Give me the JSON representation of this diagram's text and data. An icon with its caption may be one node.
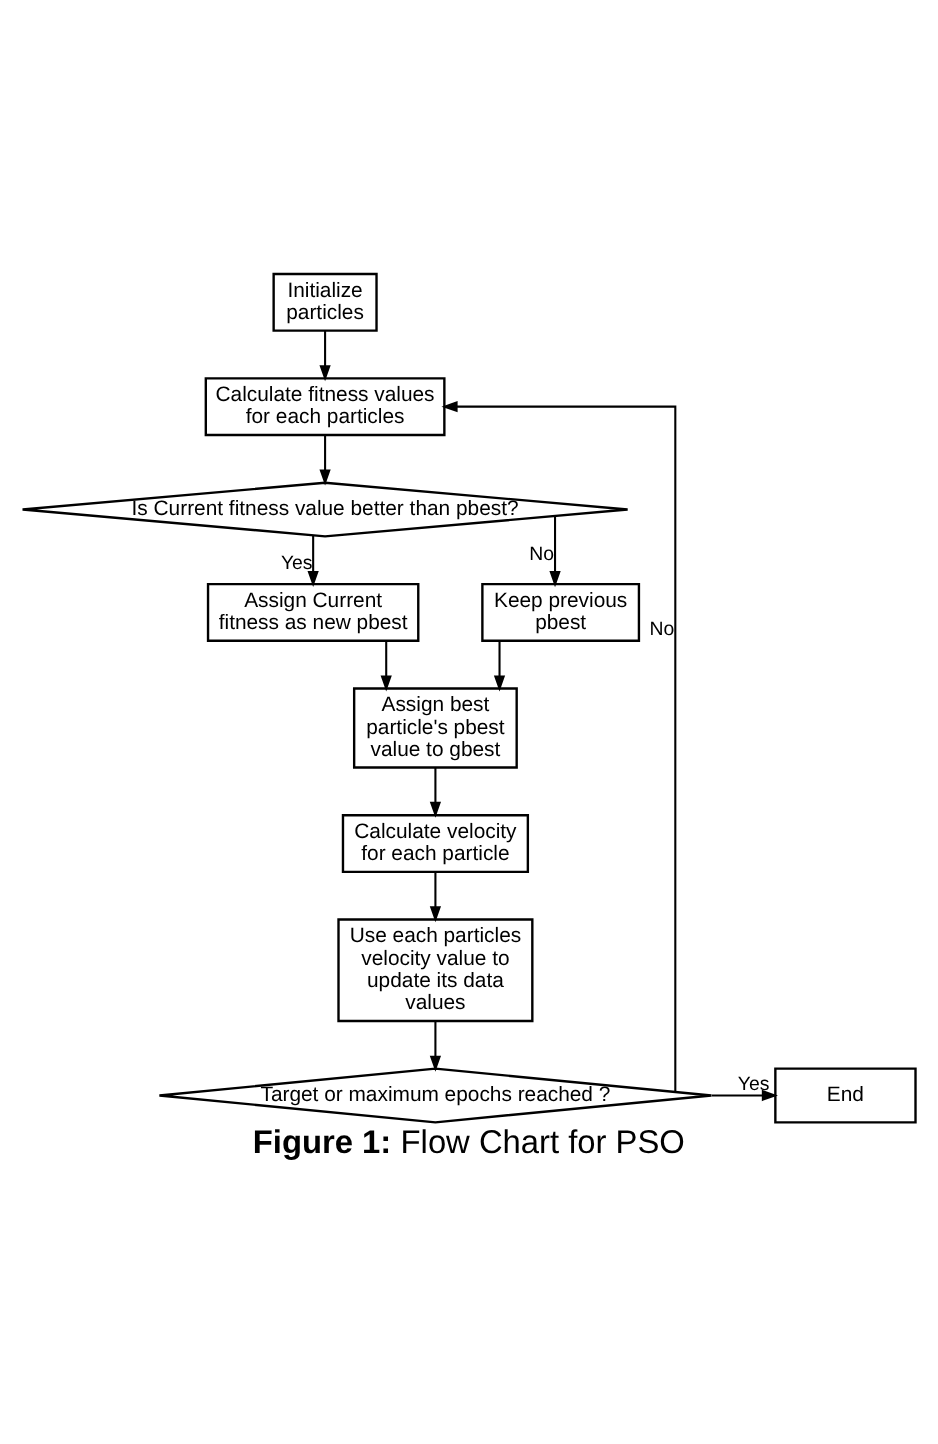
{
  "diagram": {
    "caption": "**Figure 1:** Flow Chart for PSO",
    "nodes": [
      {
        "text": [
          "Initialize particles"
        ]
      },
      {
        "text": [
          "Calculate fitness values for each particles"
        ]
      },
      {
        "text": [
          "Is Current fitness value better than pbest?"
        ]
      },
      {
        "text": [
          "Assign Current fitness as new pbest"
        ]
      },
      {
        "text": [
          "Keep previous pbest"
        ]
      },
      {
        "text": [
          "Assign best particle's pbest value to gbest"
        ]
      },
      {
        "text": [
          "Calculate velocity for each particle"
        ]
      },
      {
        "text": [
          "Use each particles velocity value to update its data values"
        ]
      },
      {
        "text": [
          "Target or maximum epochs reached ?"
        ]
      },
      {
        "text": [
          "End"
        ]
      }
    ],
    "edges": [
      {
        "from": 0,
        "to": 1,
        "arrow": "to"
      },
      {
        "from": 1,
        "to": 2,
        "arrow": "to"
      },
      {
        "from": 2,
        "to": 3,
        "arrow": "to",
        "label": "Yes"
      },
      {
        "from": 2,
        "to": 4,
        "arrow": "to",
        "label": "No"
      },
      {
        "from": 3,
        "to": 5,
        "arrow": "to"
      },
      {
        "from": 4,
        "to": 5,
        "arrow": "to"
      },
      {
        "from": 5,
        "to": 6,
        "arrow": "to"
      },
      {
        "from": 6,
        "to": 7,
        "arrow": "to"
      },
      {
        "from": 7,
        "to": 8,
        "arrow": "to"
      },
      {
        "from": 8,
        "to": 1,
        "arrow": "to",
        "label": "No"
      },
      {
        "from": 8,
        "to": 9,
        "arrow": "to",
        "label": "Yes"
      }
    ]
  }
}
